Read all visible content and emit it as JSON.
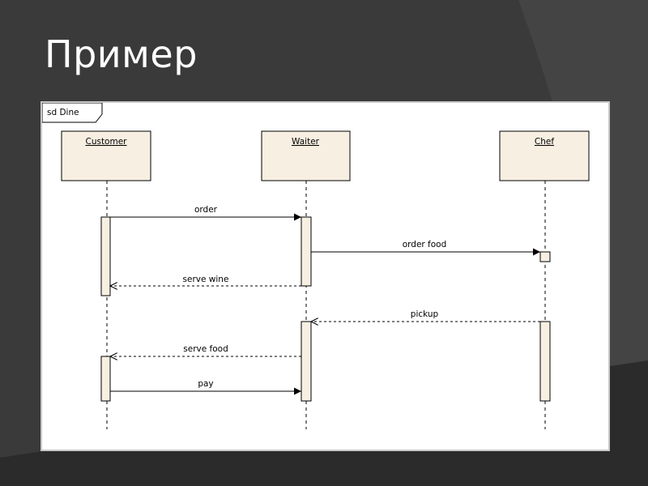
{
  "slide": {
    "title": "Пример"
  },
  "diagram": {
    "frame_label": "sd Dine",
    "lifelines": [
      {
        "name": "Customer"
      },
      {
        "name": "Waiter"
      },
      {
        "name": "Chef"
      }
    ],
    "messages": [
      {
        "label": "order",
        "from": "Customer",
        "to": "Waiter",
        "kind": "sync"
      },
      {
        "label": "order food",
        "from": "Waiter",
        "to": "Chef",
        "kind": "sync"
      },
      {
        "label": "serve wine",
        "from": "Waiter",
        "to": "Customer",
        "kind": "return"
      },
      {
        "label": "pickup",
        "from": "Chef",
        "to": "Waiter",
        "kind": "return"
      },
      {
        "label": "serve food",
        "from": "Waiter",
        "to": "Customer",
        "kind": "return"
      },
      {
        "label": "pay",
        "from": "Customer",
        "to": "Waiter",
        "kind": "sync"
      }
    ],
    "colors": {
      "lifeline_box": "#f7efe2",
      "activation": "#f7efe2",
      "line": "#000000",
      "background": "#3a3a3a"
    }
  }
}
